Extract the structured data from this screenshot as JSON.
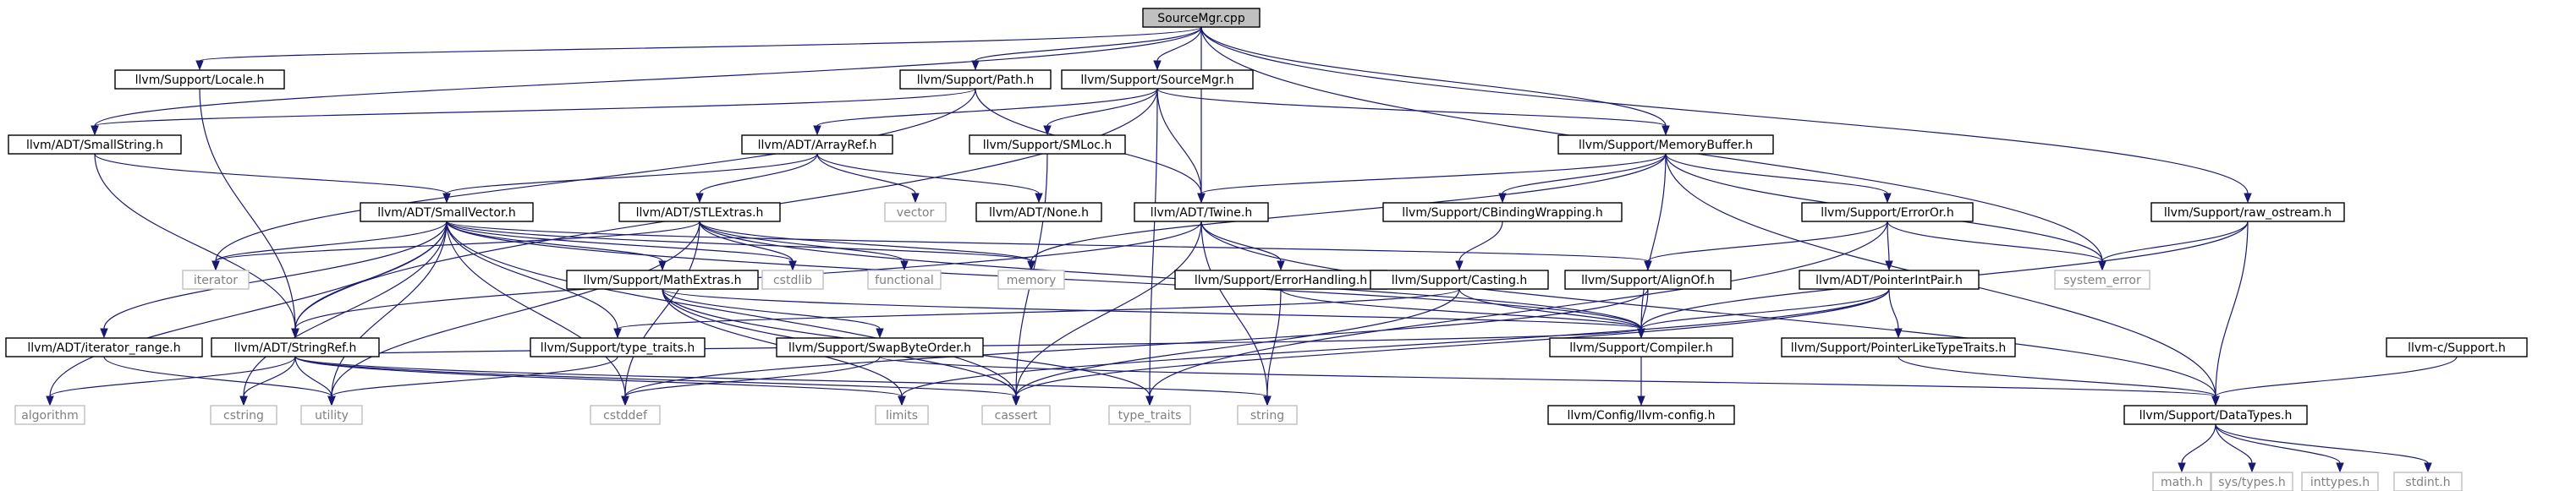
{
  "graph": {
    "nodes": [
      {
        "id": "n0",
        "label": "SourceMgr.cpp",
        "kind": "root"
      },
      {
        "id": "n1",
        "label": "llvm/Support/Locale.h",
        "kind": "doc"
      },
      {
        "id": "n2",
        "label": "llvm/Support/Path.h",
        "kind": "doc"
      },
      {
        "id": "n3",
        "label": "llvm/Support/SourceMgr.h",
        "kind": "doc"
      },
      {
        "id": "n4",
        "label": "llvm/ADT/SmallString.h",
        "kind": "doc"
      },
      {
        "id": "n5",
        "label": "llvm/ADT/ArrayRef.h",
        "kind": "doc"
      },
      {
        "id": "n6",
        "label": "llvm/Support/SMLoc.h",
        "kind": "doc"
      },
      {
        "id": "n7",
        "label": "llvm/Support/MemoryBuffer.h",
        "kind": "doc"
      },
      {
        "id": "n8",
        "label": "llvm/ADT/SmallVector.h",
        "kind": "doc"
      },
      {
        "id": "n9",
        "label": "vector",
        "kind": "sys"
      },
      {
        "id": "n10",
        "label": "llvm/ADT/None.h",
        "kind": "doc"
      },
      {
        "id": "n11",
        "label": "llvm/ADT/STLExtras.h",
        "kind": "doc"
      },
      {
        "id": "n12",
        "label": "llvm/ADT/Twine.h",
        "kind": "doc"
      },
      {
        "id": "n13",
        "label": "llvm/Support/CBindingWrapping.h",
        "kind": "doc"
      },
      {
        "id": "n14",
        "label": "llvm/Support/ErrorOr.h",
        "kind": "doc"
      },
      {
        "id": "n15",
        "label": "llvm/Support/raw_ostream.h",
        "kind": "doc"
      },
      {
        "id": "n16",
        "label": "iterator",
        "kind": "sys"
      },
      {
        "id": "n17",
        "label": "cstdlib",
        "kind": "sys"
      },
      {
        "id": "n18",
        "label": "functional",
        "kind": "sys"
      },
      {
        "id": "n19",
        "label": "memory",
        "kind": "sys"
      },
      {
        "id": "n20",
        "label": "llvm/Support/MathExtras.h",
        "kind": "doc"
      },
      {
        "id": "n21",
        "label": "llvm/Support/ErrorHandling.h",
        "kind": "doc"
      },
      {
        "id": "n22",
        "label": "llvm/Support/Casting.h",
        "kind": "doc"
      },
      {
        "id": "n23",
        "label": "llvm/Support/AlignOf.h",
        "kind": "doc"
      },
      {
        "id": "n24",
        "label": "llvm/ADT/PointerIntPair.h",
        "kind": "doc"
      },
      {
        "id": "n25",
        "label": "system_error",
        "kind": "sys"
      },
      {
        "id": "n26",
        "label": "llvm/ADT/iterator_range.h",
        "kind": "doc"
      },
      {
        "id": "n27",
        "label": "llvm/ADT/StringRef.h",
        "kind": "doc"
      },
      {
        "id": "n28",
        "label": "llvm/Support/type_traits.h",
        "kind": "doc"
      },
      {
        "id": "n29",
        "label": "llvm/Support/SwapByteOrder.h",
        "kind": "doc"
      },
      {
        "id": "n30",
        "label": "llvm/Support/Compiler.h",
        "kind": "doc"
      },
      {
        "id": "n31",
        "label": "llvm/Support/PointerLikeTypeTraits.h",
        "kind": "doc"
      },
      {
        "id": "n32",
        "label": "llvm-c/Support.h",
        "kind": "doc"
      },
      {
        "id": "n33",
        "label": "algorithm",
        "kind": "sys"
      },
      {
        "id": "n34",
        "label": "cstring",
        "kind": "sys"
      },
      {
        "id": "n35",
        "label": "utility",
        "kind": "sys"
      },
      {
        "id": "n36",
        "label": "cstddef",
        "kind": "sys"
      },
      {
        "id": "n37",
        "label": "limits",
        "kind": "sys"
      },
      {
        "id": "n38",
        "label": "cassert",
        "kind": "sys"
      },
      {
        "id": "n39",
        "label": "type_traits",
        "kind": "sys"
      },
      {
        "id": "n40",
        "label": "string",
        "kind": "sys"
      },
      {
        "id": "n41",
        "label": "llvm/Support/DataTypes.h",
        "kind": "doc"
      },
      {
        "id": "n42",
        "label": "llvm/Config/llvm-config.h",
        "kind": "doc"
      },
      {
        "id": "n43",
        "label": "math.h",
        "kind": "sys"
      },
      {
        "id": "n44",
        "label": "sys/types.h",
        "kind": "sys"
      },
      {
        "id": "n45",
        "label": "inttypes.h",
        "kind": "sys"
      },
      {
        "id": "n46",
        "label": "stdint.h",
        "kind": "sys"
      }
    ],
    "edges": [
      [
        "n0",
        "n1"
      ],
      [
        "n0",
        "n2"
      ],
      [
        "n0",
        "n3"
      ],
      [
        "n0",
        "n4"
      ],
      [
        "n0",
        "n7"
      ],
      [
        "n0",
        "n12"
      ],
      [
        "n0",
        "n15"
      ],
      [
        "n0",
        "n25"
      ],
      [
        "n1",
        "n27"
      ],
      [
        "n2",
        "n4"
      ],
      [
        "n2",
        "n12"
      ],
      [
        "n2",
        "n16"
      ],
      [
        "n3",
        "n5"
      ],
      [
        "n3",
        "n6"
      ],
      [
        "n3",
        "n7"
      ],
      [
        "n3",
        "n12"
      ],
      [
        "n3",
        "n27"
      ],
      [
        "n3",
        "n39"
      ],
      [
        "n4",
        "n8"
      ],
      [
        "n4",
        "n27"
      ],
      [
        "n5",
        "n8"
      ],
      [
        "n5",
        "n9"
      ],
      [
        "n5",
        "n10"
      ],
      [
        "n5",
        "n11"
      ],
      [
        "n6",
        "n38"
      ],
      [
        "n7",
        "n12"
      ],
      [
        "n7",
        "n13"
      ],
      [
        "n7",
        "n14"
      ],
      [
        "n7",
        "n19"
      ],
      [
        "n7",
        "n25"
      ],
      [
        "n7",
        "n30"
      ],
      [
        "n7",
        "n41"
      ],
      [
        "n8",
        "n16"
      ],
      [
        "n8",
        "n17"
      ],
      [
        "n8",
        "n19"
      ],
      [
        "n8",
        "n20"
      ],
      [
        "n8",
        "n23"
      ],
      [
        "n8",
        "n26"
      ],
      [
        "n8",
        "n27"
      ],
      [
        "n8",
        "n28"
      ],
      [
        "n8",
        "n30"
      ],
      [
        "n8",
        "n33"
      ],
      [
        "n8",
        "n34"
      ],
      [
        "n8",
        "n35"
      ],
      [
        "n8",
        "n36"
      ],
      [
        "n8",
        "n38"
      ],
      [
        "n11",
        "n16"
      ],
      [
        "n11",
        "n17"
      ],
      [
        "n11",
        "n18"
      ],
      [
        "n11",
        "n19"
      ],
      [
        "n11",
        "n30"
      ],
      [
        "n11",
        "n35"
      ],
      [
        "n11",
        "n36"
      ],
      [
        "n12",
        "n21"
      ],
      [
        "n12",
        "n27"
      ],
      [
        "n12",
        "n38"
      ],
      [
        "n12",
        "n40"
      ],
      [
        "n12",
        "n41"
      ],
      [
        "n13",
        "n22"
      ],
      [
        "n14",
        "n23"
      ],
      [
        "n14",
        "n24"
      ],
      [
        "n14",
        "n25"
      ],
      [
        "n14",
        "n39"
      ],
      [
        "n15",
        "n25"
      ],
      [
        "n15",
        "n30"
      ],
      [
        "n15",
        "n41"
      ],
      [
        "n20",
        "n29"
      ],
      [
        "n20",
        "n30"
      ],
      [
        "n20",
        "n38"
      ],
      [
        "n20",
        "n37"
      ],
      [
        "n20",
        "n39"
      ],
      [
        "n21",
        "n30"
      ],
      [
        "n21",
        "n40"
      ],
      [
        "n22",
        "n28"
      ],
      [
        "n22",
        "n30"
      ],
      [
        "n22",
        "n38"
      ],
      [
        "n23",
        "n30"
      ],
      [
        "n23",
        "n36"
      ],
      [
        "n24",
        "n30"
      ],
      [
        "n24",
        "n31"
      ],
      [
        "n24",
        "n37"
      ],
      [
        "n24",
        "n38"
      ],
      [
        "n26",
        "n35"
      ],
      [
        "n27",
        "n30"
      ],
      [
        "n27",
        "n33"
      ],
      [
        "n27",
        "n34"
      ],
      [
        "n27",
        "n35"
      ],
      [
        "n27",
        "n37"
      ],
      [
        "n27",
        "n38"
      ],
      [
        "n27",
        "n40"
      ],
      [
        "n28",
        "n35"
      ],
      [
        "n29",
        "n41"
      ],
      [
        "n29",
        "n36"
      ],
      [
        "n30",
        "n42"
      ],
      [
        "n31",
        "n41"
      ],
      [
        "n32",
        "n41"
      ],
      [
        "n41",
        "n43"
      ],
      [
        "n41",
        "n44"
      ],
      [
        "n41",
        "n45"
      ],
      [
        "n41",
        "n46"
      ]
    ]
  }
}
